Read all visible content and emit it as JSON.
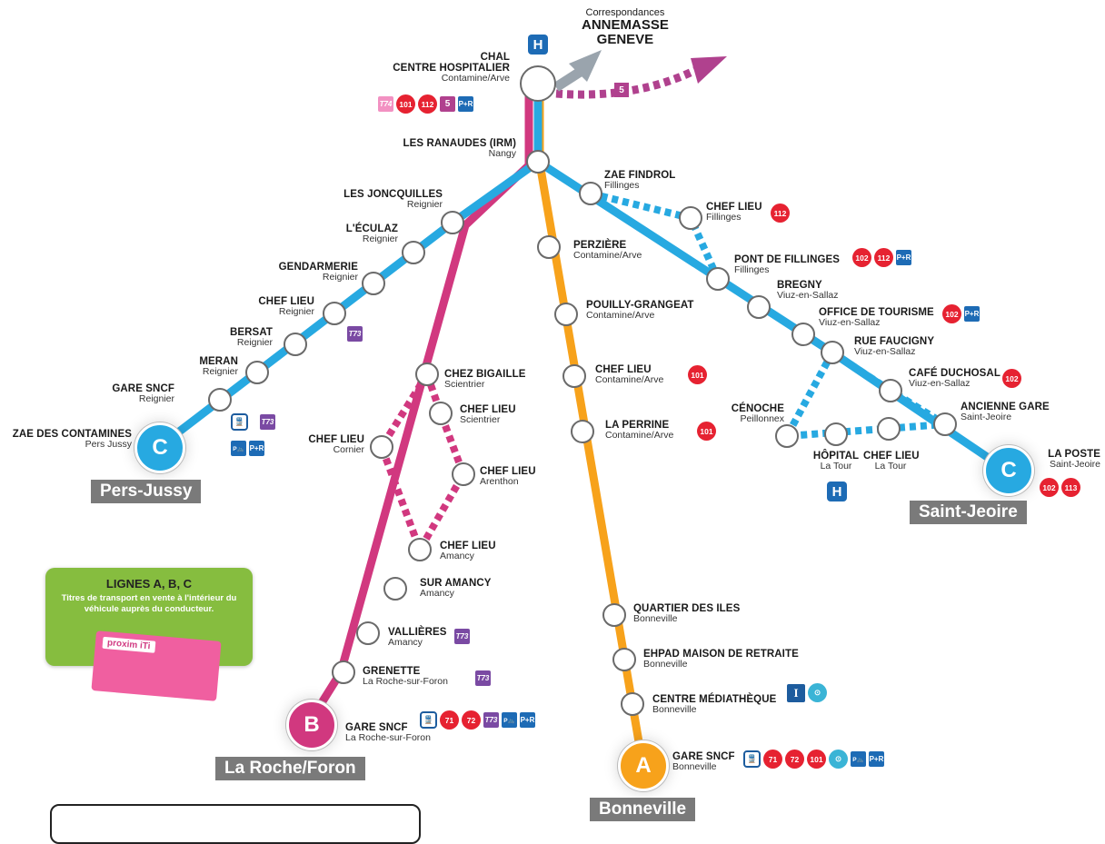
{
  "colors": {
    "line_a": "#f7a21b",
    "line_b": "#d1387f",
    "line_c": "#27a9e1",
    "bus": "#e62231",
    "line5": "#b0418e",
    "pr": "#1d6bb5",
    "gray_arrow": "#9aa4ad",
    "green_box": "#86bd3f",
    "label_bg": "#7a7a7a"
  },
  "correspondances": {
    "small": "Correspondances",
    "line1": "ANNEMASSE",
    "line2": "GENEVE"
  },
  "hospital_glyph": "H",
  "line5_label": "5",
  "stops": {
    "chal": {
      "name": "CHAL",
      "name2": "CENTRE HOSPITALIER",
      "town": "Contamine/Arve"
    },
    "ranaudes": {
      "name": "LES RANAUDES (IRM)",
      "town": "Nangy"
    },
    "joncquilles": {
      "name": "LES JONCQUILLES",
      "town": "Reignier"
    },
    "eculaz": {
      "name": "L'ÉCULAZ",
      "town": "Reignier"
    },
    "gendarmerie": {
      "name": "GENDARMERIE",
      "town": "Reignier"
    },
    "chef_reignier": {
      "name": "CHEF LIEU",
      "town": "Reignier"
    },
    "bersat": {
      "name": "BERSAT",
      "town": "Reignier"
    },
    "meran": {
      "name": "MERAN",
      "town": "Reignier"
    },
    "gare_reignier": {
      "name": "GARE SNCF",
      "town": "Reignier"
    },
    "zae_contamines": {
      "name": "ZAE DES CONTAMINES",
      "town": "Pers Jussy"
    },
    "chez_bigaille": {
      "name": "CHEZ BIGAILLE",
      "town": "Scientrier"
    },
    "chef_scientrier": {
      "name": "CHEF LIEU",
      "town": "Scientrier"
    },
    "chef_cornier": {
      "name": "CHEF LIEU",
      "town": "Cornier"
    },
    "chef_arenthon": {
      "name": "CHEF LIEU",
      "town": "Arenthon"
    },
    "chef_amancy": {
      "name": "CHEF LIEU",
      "town": "Amancy"
    },
    "sur_amancy": {
      "name": "SUR AMANCY",
      "town": "Amancy"
    },
    "vallieres": {
      "name": "VALLIÈRES",
      "town": "Amancy"
    },
    "grenette": {
      "name": "GRENETTE",
      "town": "La Roche-sur-Foron"
    },
    "gare_laroche": {
      "name": "GARE SNCF",
      "town": "La Roche-sur-Foron"
    },
    "perziere": {
      "name": "PERZIÈRE",
      "town": "Contamine/Arve"
    },
    "pouilly": {
      "name": "POUILLY-GRANGEAT",
      "town": "Contamine/Arve"
    },
    "chef_contamine": {
      "name": "CHEF LIEU",
      "town": "Contamine/Arve"
    },
    "la_perrine": {
      "name": "LA PERRINE",
      "town": "Contamine/Arve"
    },
    "quartier_iles": {
      "name": "QUARTIER DES ILES",
      "town": "Bonneville"
    },
    "ehpad": {
      "name": "EHPAD MAISON DE RETRAITE",
      "town": "Bonneville"
    },
    "mediatheque": {
      "name": "CENTRE MÉDIATHÈQUE",
      "town": "Bonneville"
    },
    "gare_bonneville": {
      "name": "GARE SNCF",
      "town": "Bonneville"
    },
    "zae_findrol": {
      "name": "ZAE FINDROL",
      "town": "Fillinges"
    },
    "chef_fillinges": {
      "name": "CHEF LIEU",
      "town": "Fillinges"
    },
    "pont_fillinges": {
      "name": "PONT DE FILLINGES",
      "town": "Fillinges"
    },
    "bregny": {
      "name": "BREGNY",
      "town": "Viuz-en-Sallaz"
    },
    "office_tourisme": {
      "name": "OFFICE DE TOURISME",
      "town": "Viuz-en-Sallaz"
    },
    "rue_faucigny": {
      "name": "RUE FAUCIGNY",
      "town": "Viuz-en-Sallaz"
    },
    "cafe_duchosal": {
      "name": "CAFÉ DUCHOSAL",
      "town": "Viuz-en-Sallaz"
    },
    "cenoche": {
      "name": "CÉNOCHE",
      "town": "Peillonnex"
    },
    "hopital_latour": {
      "name": "HÔPITAL",
      "town": "La Tour"
    },
    "chef_latour": {
      "name": "CHEF LIEU",
      "town": "La Tour"
    },
    "ancienne_gare": {
      "name": "ANCIENNE GARE",
      "town": "Saint-Jeoire"
    },
    "la_poste": {
      "name": "LA POSTE",
      "town": "Saint-Jeoire"
    }
  },
  "badges": {
    "b101": "101",
    "b102": "102",
    "b112": "112",
    "b113": "113",
    "b71": "71",
    "b72": "72",
    "line5": "5",
    "pr": "P+R",
    "pv": "P🚲",
    "t73": "T73",
    "t74": "T74",
    "info": "I",
    "train": "🚆",
    "bike": "⊙"
  },
  "termini": {
    "a": "A",
    "b": "B",
    "c": "C"
  },
  "terminus_labels": {
    "pers_jussy": "Pers-Jussy",
    "laroche": "La Roche/Foron",
    "bonneville": "Bonneville",
    "saint_jeoire": "Saint-Jeoire"
  },
  "green_box": {
    "title": "LIGNES A, B, C",
    "text": "Titres de transport en vente à l'intérieur du véhicule auprès du conducteur.",
    "ticket_brand": "proxim iTi"
  }
}
